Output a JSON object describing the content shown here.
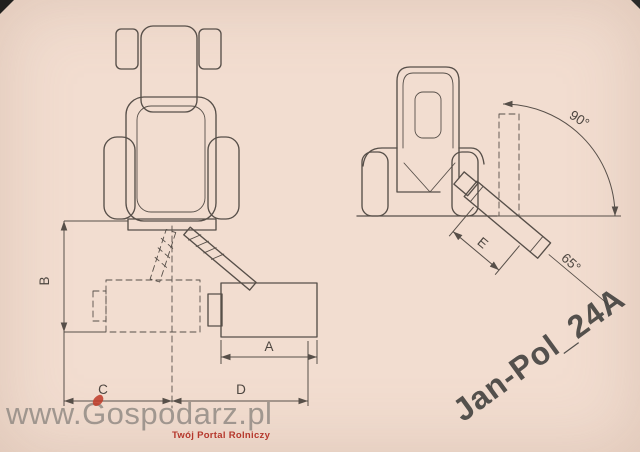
{
  "page": {
    "background": "#f2ddd0",
    "line_color": "#574f49"
  },
  "diagram": {
    "labels": {
      "a": "A",
      "b": "B",
      "c": "C",
      "d": "D",
      "e": "E",
      "angle90": "90°",
      "angle65": "65°"
    }
  },
  "watermarks": {
    "site": "www.Gospodarz.pl",
    "tagline": "Twój Portal Rolniczy",
    "brand": "Jan-Pol_24A"
  }
}
